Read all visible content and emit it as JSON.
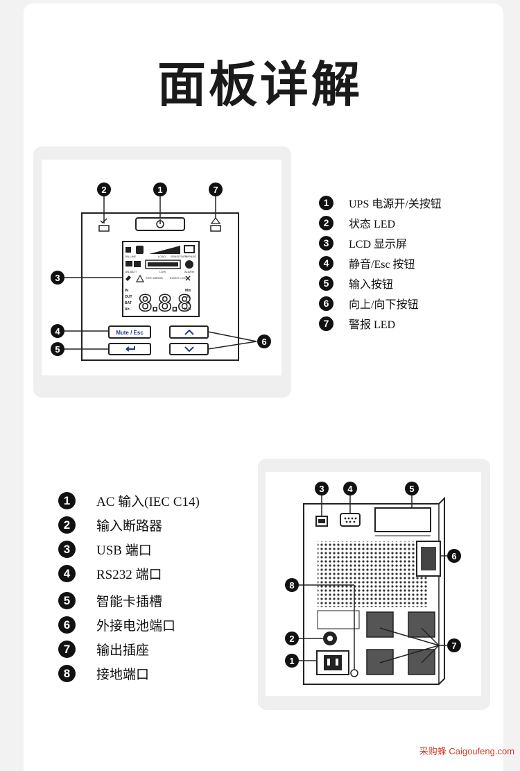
{
  "page": {
    "title": "面板详解",
    "watermark": "采购蜂 Caigoufeng.com"
  },
  "front_panel": {
    "lcd": {
      "on_line": "ON-LINE",
      "load": "LOAD",
      "sensitivity": "SENSITIVITY",
      "bypass": "BYPASS",
      "on_batt": "ON-BATT",
      "low": "LOW",
      "alarm": "ALARM",
      "site_wiring": "SITE WIRING",
      "event_log": "EVENT LOG",
      "in": "IN",
      "out": "OUT",
      "bat": "BAT",
      "ah": "Ah",
      "digits": "8.8.8",
      "min": "Min",
      "percent": "%",
      "hz": "Hz",
      "kva": "kVA"
    },
    "mute_label": "Mute / Esc",
    "callouts": [
      "2",
      "1",
      "7",
      "3",
      "4",
      "5",
      "6"
    ],
    "legend": [
      {
        "num": "1",
        "text": "UPS 电源开/关按钮"
      },
      {
        "num": "2",
        "text": "状态 LED"
      },
      {
        "num": "3",
        "text": "LCD 显示屏"
      },
      {
        "num": "4",
        "text": "静音/Esc 按钮"
      },
      {
        "num": "5",
        "text": "输入按钮"
      },
      {
        "num": "6",
        "text": "向上/向下按钮"
      },
      {
        "num": "7",
        "text": "警报 LED"
      }
    ]
  },
  "rear_panel": {
    "callouts": [
      "3",
      "4",
      "5",
      "6",
      "8",
      "2",
      "1",
      "7"
    ],
    "legend": [
      {
        "num": "1",
        "text": "AC 输入(IEC C14)"
      },
      {
        "num": "2",
        "text": "输入断路器"
      },
      {
        "num": "3",
        "text": "USB  端口"
      },
      {
        "num": "4",
        "text": "RS232 端口"
      },
      {
        "num": "5",
        "text": "智能卡插槽"
      },
      {
        "num": "6",
        "text": "外接电池端口"
      },
      {
        "num": "7",
        "text": "输出插座"
      },
      {
        "num": "8",
        "text": "接地端口"
      }
    ]
  },
  "colors": {
    "frame": "#efefef",
    "ink": "#111111",
    "watermark": "#d23a2a"
  }
}
